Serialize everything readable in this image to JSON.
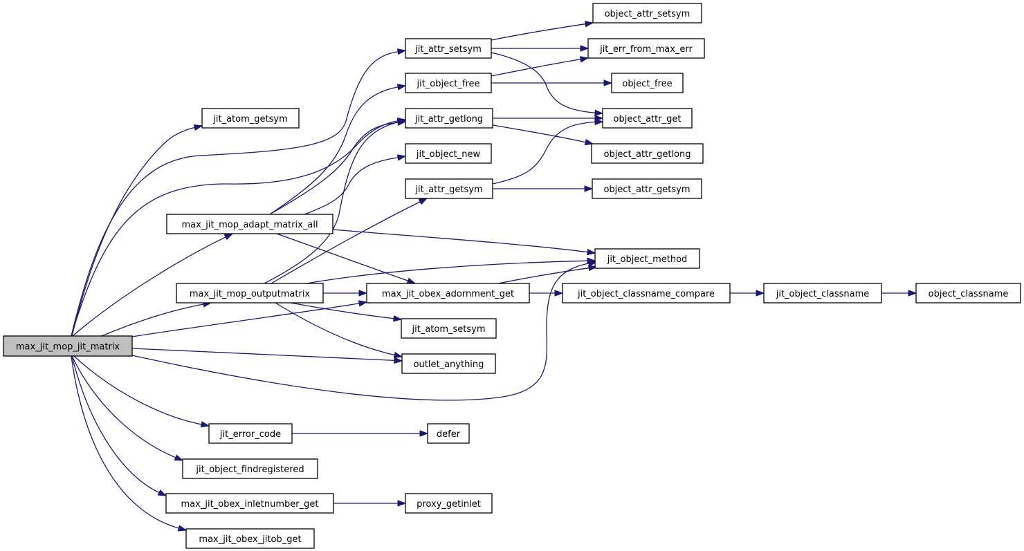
{
  "graph": {
    "root": "max_jit_mop_jit_matrix",
    "nodes": {
      "max_jit_mop_jit_matrix": "max_jit_mop_jit_matrix",
      "jit_atom_getsym": "jit_atom_getsym",
      "jit_attr_setsym": "jit_attr_setsym",
      "jit_object_free": "jit_object_free",
      "jit_attr_getlong": "jit_attr_getlong",
      "jit_object_new": "jit_object_new",
      "jit_attr_getsym": "jit_attr_getsym",
      "max_jit_mop_adapt_matrix_all": "max_jit_mop_adapt_matrix_all",
      "max_jit_mop_outputmatrix": "max_jit_mop_outputmatrix",
      "max_jit_obex_adornment_get": "max_jit_obex_adornment_get",
      "jit_atom_setsym": "jit_atom_setsym",
      "outlet_anything": "outlet_anything",
      "jit_error_code": "jit_error_code",
      "jit_object_findregistered": "jit_object_findregistered",
      "max_jit_obex_inletnumber_get": "max_jit_obex_inletnumber_get",
      "max_jit_obex_jitob_get": "max_jit_obex_jitob_get",
      "object_attr_setsym": "object_attr_setsym",
      "jit_err_from_max_err": "jit_err_from_max_err",
      "object_free": "object_free",
      "object_attr_get": "object_attr_get",
      "object_attr_getlong": "object_attr_getlong",
      "object_attr_getsym": "object_attr_getsym",
      "jit_object_method": "jit_object_method",
      "jit_object_classname_compare": "jit_object_classname_compare",
      "jit_object_classname": "jit_object_classname",
      "object_classname": "object_classname",
      "defer": "defer",
      "proxy_getinlet": "proxy_getinlet"
    },
    "edges": [
      [
        "max_jit_mop_jit_matrix",
        "jit_atom_getsym"
      ],
      [
        "max_jit_mop_jit_matrix",
        "jit_attr_setsym"
      ],
      [
        "max_jit_mop_jit_matrix",
        "jit_attr_getlong"
      ],
      [
        "max_jit_mop_jit_matrix",
        "max_jit_mop_adapt_matrix_all"
      ],
      [
        "max_jit_mop_jit_matrix",
        "max_jit_mop_outputmatrix"
      ],
      [
        "max_jit_mop_jit_matrix",
        "max_jit_obex_adornment_get"
      ],
      [
        "max_jit_mop_jit_matrix",
        "outlet_anything"
      ],
      [
        "max_jit_mop_jit_matrix",
        "jit_object_method"
      ],
      [
        "max_jit_mop_jit_matrix",
        "jit_error_code"
      ],
      [
        "max_jit_mop_jit_matrix",
        "jit_object_findregistered"
      ],
      [
        "max_jit_mop_jit_matrix",
        "max_jit_obex_inletnumber_get"
      ],
      [
        "max_jit_mop_jit_matrix",
        "max_jit_obex_jitob_get"
      ],
      [
        "jit_attr_setsym",
        "object_attr_setsym"
      ],
      [
        "jit_attr_setsym",
        "jit_err_from_max_err"
      ],
      [
        "jit_attr_setsym",
        "object_attr_get"
      ],
      [
        "jit_object_free",
        "jit_err_from_max_err"
      ],
      [
        "jit_object_free",
        "object_free"
      ],
      [
        "jit_attr_getlong",
        "object_attr_get"
      ],
      [
        "jit_attr_getlong",
        "object_attr_getlong"
      ],
      [
        "jit_attr_getsym",
        "object_attr_get"
      ],
      [
        "jit_attr_getsym",
        "object_attr_getsym"
      ],
      [
        "max_jit_mop_adapt_matrix_all",
        "jit_object_free"
      ],
      [
        "max_jit_mop_adapt_matrix_all",
        "jit_attr_getlong"
      ],
      [
        "max_jit_mop_adapt_matrix_all",
        "jit_object_new"
      ],
      [
        "max_jit_mop_adapt_matrix_all",
        "jit_object_method"
      ],
      [
        "max_jit_mop_adapt_matrix_all",
        "max_jit_obex_adornment_get"
      ],
      [
        "max_jit_mop_outputmatrix",
        "jit_attr_getlong"
      ],
      [
        "max_jit_mop_outputmatrix",
        "jit_attr_getsym"
      ],
      [
        "max_jit_mop_outputmatrix",
        "jit_object_method"
      ],
      [
        "max_jit_mop_outputmatrix",
        "max_jit_obex_adornment_get"
      ],
      [
        "max_jit_mop_outputmatrix",
        "jit_atom_setsym"
      ],
      [
        "max_jit_mop_outputmatrix",
        "outlet_anything"
      ],
      [
        "max_jit_obex_adornment_get",
        "jit_object_method"
      ],
      [
        "max_jit_obex_adornment_get",
        "jit_object_classname_compare"
      ],
      [
        "jit_object_classname_compare",
        "jit_object_classname"
      ],
      [
        "jit_object_classname",
        "object_classname"
      ],
      [
        "jit_error_code",
        "defer"
      ],
      [
        "max_jit_obex_inletnumber_get",
        "proxy_getinlet"
      ]
    ],
    "colors": {
      "edge": "#191970",
      "node_border": "#000000",
      "node_fill": "#ffffff",
      "root_fill": "#bfbfbf"
    }
  }
}
